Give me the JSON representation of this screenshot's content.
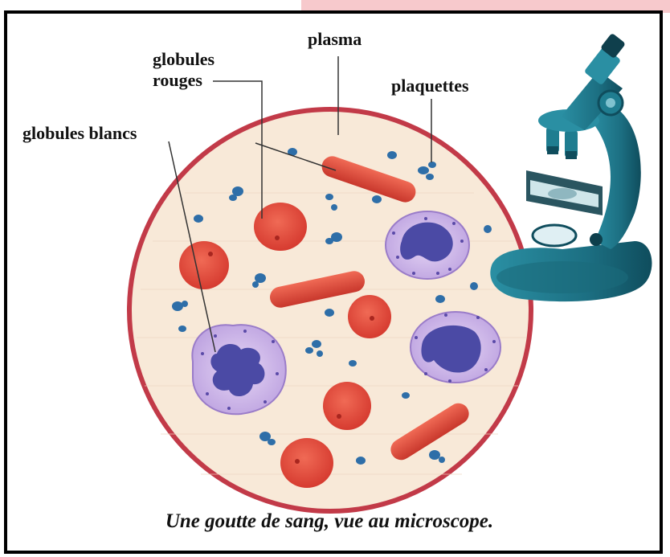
{
  "labels": {
    "plasma": "plasma",
    "globules_rouges_line1": "globules",
    "globules_rouges_line2": "rouges",
    "plaquettes": "plaquettes",
    "globules_blancs": "globules blancs"
  },
  "caption": "Une goutte de sang, vue au microscope.",
  "colors": {
    "plasma": "#f8e9d8",
    "rim": "#c23a48",
    "red_cell": "#e8483b",
    "red_cell_dark": "#c2332b",
    "white_cell_cytoplasm": "#cdb3e8",
    "white_cell_nucleus": "#4b4aa5",
    "platelet": "#2e6ea8",
    "microscope": "#1f7d90",
    "microscope_dark": "#0f4d5d"
  }
}
